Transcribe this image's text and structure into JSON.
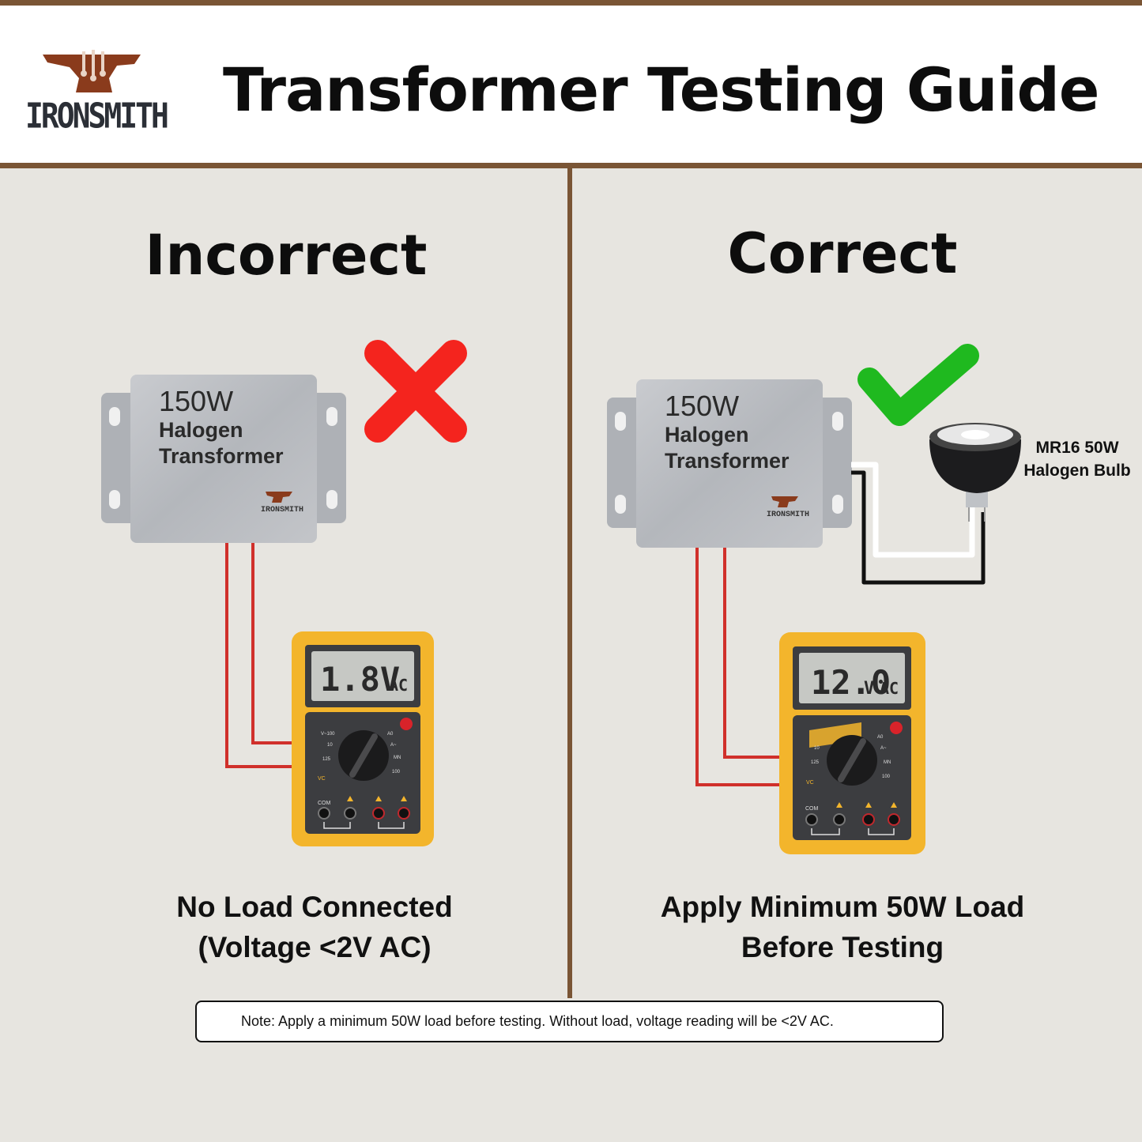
{
  "header": {
    "brand": "IRONSMITH",
    "title": "Transformer Testing Guide"
  },
  "panels": {
    "incorrect": {
      "heading": "Incorrect",
      "transformer": {
        "wattage": "150W",
        "line1": "Halogen",
        "line2": "Transformer",
        "brand": "IRONSMITH"
      },
      "meter": {
        "reading": "1.8V",
        "unit": "AC"
      },
      "status_icon": "cross-icon",
      "status_color": "#f4241e",
      "caption_line1": "No Load Connected",
      "caption_line2": "(Voltage <2V AC)"
    },
    "correct": {
      "heading": "Correct",
      "transformer": {
        "wattage": "150W",
        "line1": "Halogen",
        "line2": "Transformer",
        "brand": "IRONSMITH"
      },
      "meter": {
        "reading": "12.0",
        "unit_v": "V",
        "unit": "AC"
      },
      "status_icon": "checkmark-icon",
      "status_color": "#1fb91f",
      "bulb_label_line1": "MR16 50W",
      "bulb_label_line2": "Halogen Bulb",
      "caption_line1": "Apply Minimum 50W Load",
      "caption_line2": "Before Testing"
    }
  },
  "note": "Note: Apply a minimum 50W load before testing. Without load, voltage reading will be <2V AC.",
  "colors": {
    "frame_brown": "#7a5535",
    "background": "#e7e5e0",
    "meter_yellow": "#f3b52c",
    "wire_red": "#d0302b"
  }
}
